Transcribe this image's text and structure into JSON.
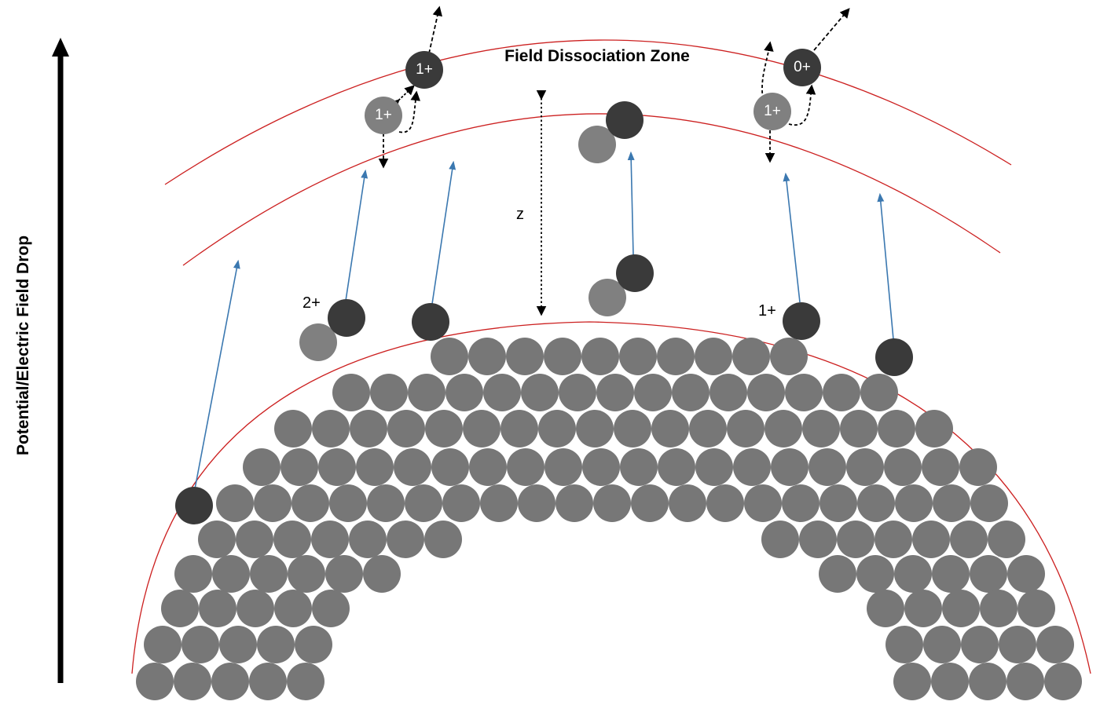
{
  "axis_label": "Potential/Electric Field Drop",
  "zone_title": "Field Dissociation Zone",
  "distance_label": "z",
  "charge_labels": {
    "left_molecule": "2+",
    "right_atom": "1+"
  },
  "ion_labels": {
    "left_lower": "1+",
    "left_upper": "1+",
    "right_lower": "1+",
    "right_upper": "0+"
  },
  "colors": {
    "lattice_atom": "#777777",
    "evaporated_atom": "#3a3a3a",
    "light_atom": "#808080",
    "field_boundary": "#cc2020",
    "trajectory": "#3b78b0"
  }
}
